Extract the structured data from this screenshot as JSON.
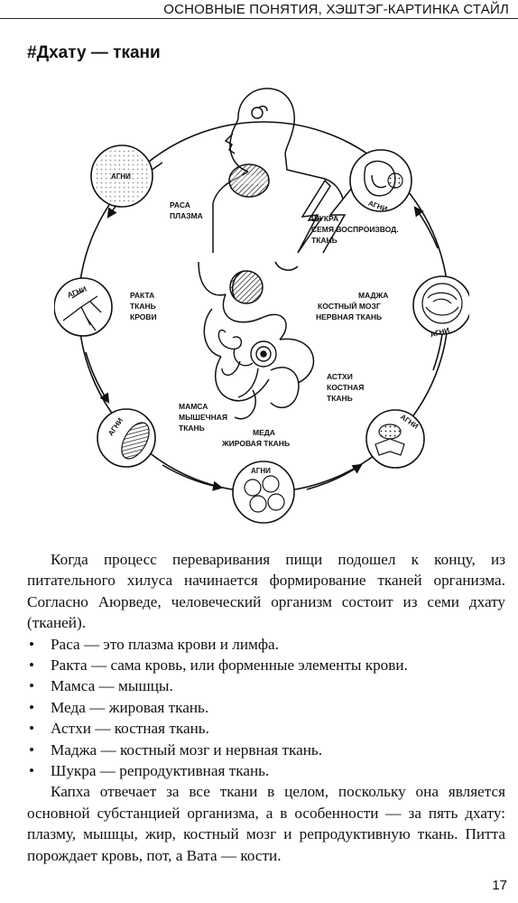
{
  "header": {
    "running_title": "ОСНОВНЫЕ ПОНЯТИЯ, ХЭШТЭГ-КАРТИНКА СТАЙЛ"
  },
  "section_title": "#Дхату — ткани",
  "diagram": {
    "agni_label": "АГНИ",
    "labels": {
      "rasa": [
        "РАСА",
        "ПЛАЗМА"
      ],
      "shukra": [
        "ШУКРА",
        "СЕМЯ ВОСПРОИЗВОД.",
        "ТКАНЬ"
      ],
      "rakta": [
        "РАКТА",
        "ТКАНЬ",
        "КРОВИ"
      ],
      "majja": [
        "МАДЖА",
        "КОСТНЫЙ МОЗГ",
        "НЕРВНАЯ ТКАНЬ"
      ],
      "asthi": [
        "АСТХИ",
        "КОСТНАЯ",
        "ТКАНЬ"
      ],
      "mamsa": [
        "МАМСА",
        "МЫШЕЧНАЯ",
        "ТКАНЬ"
      ],
      "meda": [
        "МЕДА",
        "ЖИРОВАЯ ТКАНЬ"
      ]
    }
  },
  "body": {
    "intro": "Когда процесс переваривания пищи подошел к концу, из питательного хилуса начинается формирование тканей организма. Согласно Аюрведе, человеческий организм состоит из семи дхату (тканей).",
    "bullet_symbol": "•",
    "bullets": [
      "Раса — это плазма крови и лимфа.",
      "Ракта — сама кровь, или форменные элементы крови.",
      "Мамса — мышцы.",
      "Меда — жировая ткань.",
      "Астхи — костная ткань.",
      "Маджа — костный мозг и нервная ткань.",
      "Шукра — репродуктивная ткань."
    ],
    "closing": "Капха отвечает за все ткани в целом, поскольку она является основной субстанцией организма, а в особенности — за пять дхату: плазму, мышцы, жир, костный мозг и репродуктивную ткань. Питта порождает кровь, пот, а Вата — кости."
  },
  "page_number": "17"
}
